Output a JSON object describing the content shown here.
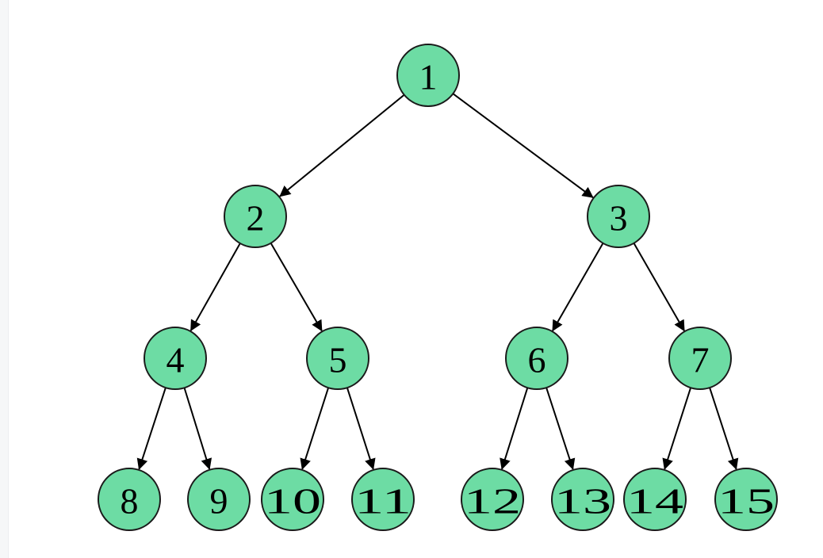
{
  "diagram": {
    "type": "binary-tree",
    "node_fill": "#6ddca4",
    "node_stroke": "#1a1a1a",
    "edge_color": "#000000",
    "nodes": [
      {
        "id": "n1",
        "label": "1"
      },
      {
        "id": "n2",
        "label": "2"
      },
      {
        "id": "n3",
        "label": "3"
      },
      {
        "id": "n4",
        "label": "4"
      },
      {
        "id": "n5",
        "label": "5"
      },
      {
        "id": "n6",
        "label": "6"
      },
      {
        "id": "n7",
        "label": "7"
      },
      {
        "id": "n8",
        "label": "8"
      },
      {
        "id": "n9",
        "label": "9"
      },
      {
        "id": "n10",
        "label": "10"
      },
      {
        "id": "n11",
        "label": "11"
      },
      {
        "id": "n12",
        "label": "12"
      },
      {
        "id": "n13",
        "label": "13"
      },
      {
        "id": "n14",
        "label": "14"
      },
      {
        "id": "n15",
        "label": "15"
      }
    ],
    "edges": [
      {
        "from": "n1",
        "to": "n2"
      },
      {
        "from": "n1",
        "to": "n3"
      },
      {
        "from": "n2",
        "to": "n4"
      },
      {
        "from": "n2",
        "to": "n5"
      },
      {
        "from": "n3",
        "to": "n6"
      },
      {
        "from": "n3",
        "to": "n7"
      },
      {
        "from": "n4",
        "to": "n8"
      },
      {
        "from": "n4",
        "to": "n9"
      },
      {
        "from": "n5",
        "to": "n10"
      },
      {
        "from": "n5",
        "to": "n11"
      },
      {
        "from": "n6",
        "to": "n12"
      },
      {
        "from": "n6",
        "to": "n13"
      },
      {
        "from": "n7",
        "to": "n14"
      },
      {
        "from": "n7",
        "to": "n15"
      }
    ]
  }
}
